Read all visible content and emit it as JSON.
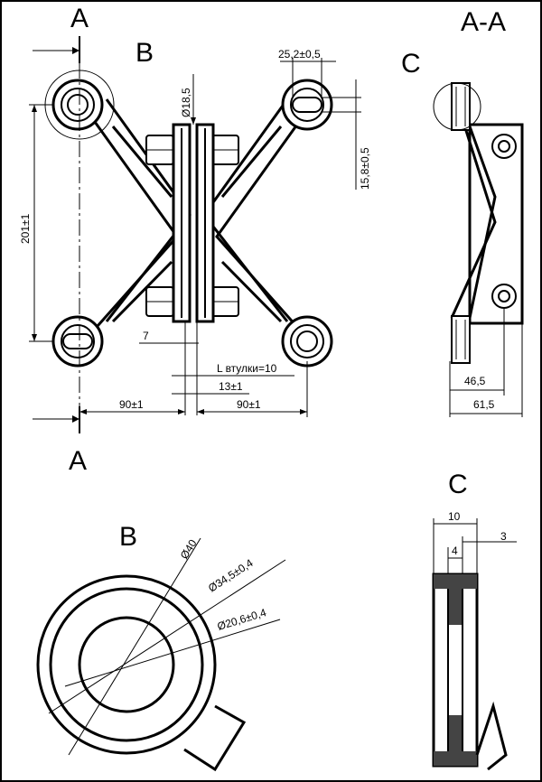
{
  "section_labels": {
    "section_a_top": "A",
    "section_a_bottom": "A",
    "section_aa": "A-A",
    "detail_b_callout": "B",
    "detail_c_callout": "C",
    "detail_b_title": "B",
    "detail_c_title": "C"
  },
  "dimensions": {
    "slot_width": "25,2±0,5",
    "hole_dia": "Ø18,5",
    "slot_height": "15,8±0,5",
    "vertical_spacing": "201±1",
    "gap_7": "7",
    "sleeve_length": "L втулки=10",
    "offset_13": "13±1",
    "half_span_left": "90±1",
    "half_span_right": "90±1",
    "depth_46": "46,5",
    "depth_61": "61,5",
    "dia_40": "Ø40",
    "dia_34": "Ø34,5±0,4",
    "dia_20": "Ø20,6±0,4",
    "c_width_10": "10",
    "c_width_4": "4",
    "c_width_3": "3"
  }
}
